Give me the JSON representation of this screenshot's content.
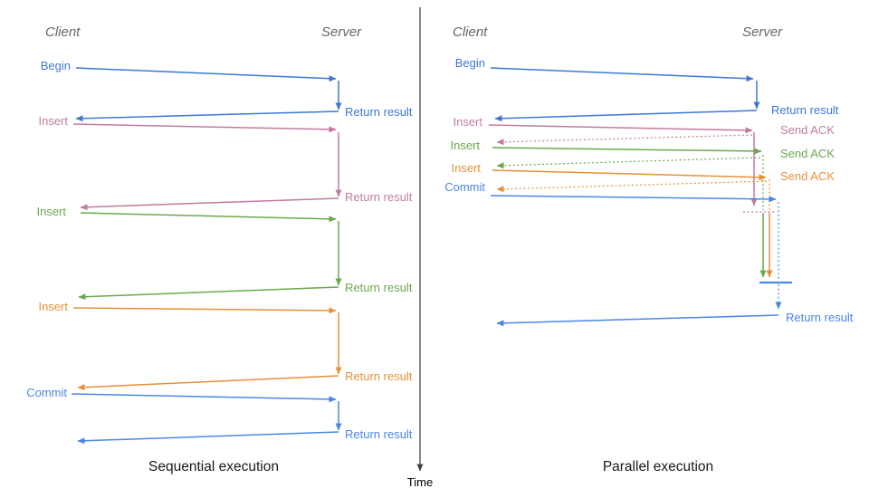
{
  "colors": {
    "blue": "#3c78d8",
    "cornflower": "#4a86e8",
    "pink": "#c27ba0",
    "green": "#6aa84f",
    "orange": "#e69138",
    "axis": "#444444",
    "header": "#666666",
    "title": "#1a1a1a"
  },
  "time_axis": {
    "label": "Time"
  },
  "sequential": {
    "title": "Sequential execution",
    "client_header": "Client",
    "server_header": "Server",
    "steps": [
      {
        "label": "Begin",
        "result": "Return result"
      },
      {
        "label": "Insert",
        "result": "Return result"
      },
      {
        "label": "Insert",
        "result": "Return result"
      },
      {
        "label": "Insert",
        "result": "Return result"
      },
      {
        "label": "Commit",
        "result": "Return result"
      }
    ]
  },
  "parallel": {
    "title": "Parallel execution",
    "client_header": "Client",
    "server_header": "Server",
    "steps": [
      {
        "label": "Begin",
        "result": "Return result"
      },
      {
        "label": "Insert",
        "result": "Send ACK"
      },
      {
        "label": "Insert",
        "result": "Send ACK"
      },
      {
        "label": "Insert",
        "result": "Send ACK"
      },
      {
        "label": "Commit",
        "result": "Return result"
      }
    ]
  }
}
